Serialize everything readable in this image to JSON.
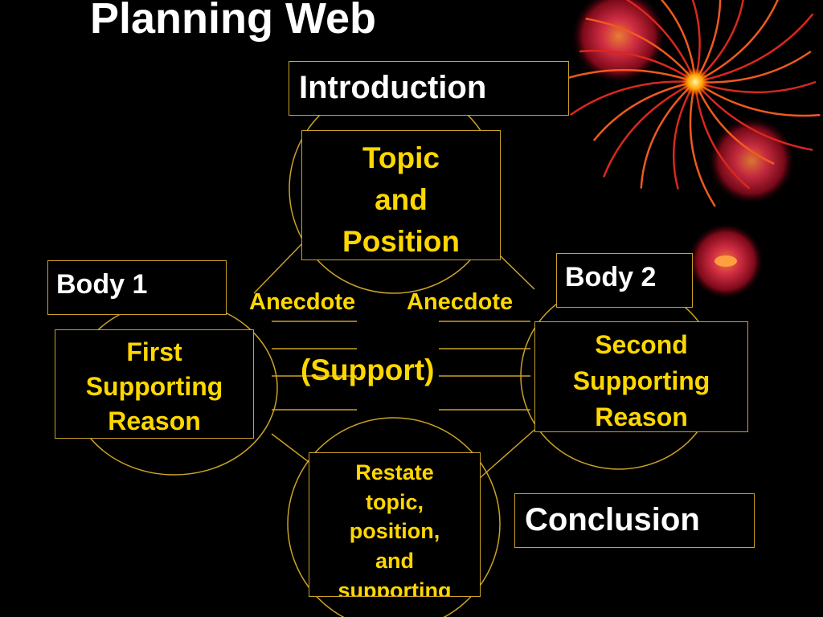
{
  "title": "Planning Web",
  "colors": {
    "background": "#000000",
    "outline": "#c9a227",
    "text_gold": "#ffd700",
    "text_white": "#ffffff"
  },
  "labels": {
    "introduction": "Introduction",
    "body1": "Body 1",
    "body2": "Body 2",
    "conclusion": "Conclusion"
  },
  "nodes": {
    "topic": [
      "Topic",
      "and",
      "Position"
    ],
    "first": [
      "First",
      "Supporting",
      "Reason"
    ],
    "second": [
      "Second",
      "Supporting",
      "Reason"
    ],
    "restate": [
      "Restate",
      "topic,",
      "position,",
      "and",
      "supporting"
    ]
  },
  "center": {
    "anecdote_left": "Anecdote",
    "anecdote_right": "Anecdote",
    "support": "(Support)"
  },
  "decoration": [
    "firework-icon",
    "glow-orb-icon"
  ]
}
